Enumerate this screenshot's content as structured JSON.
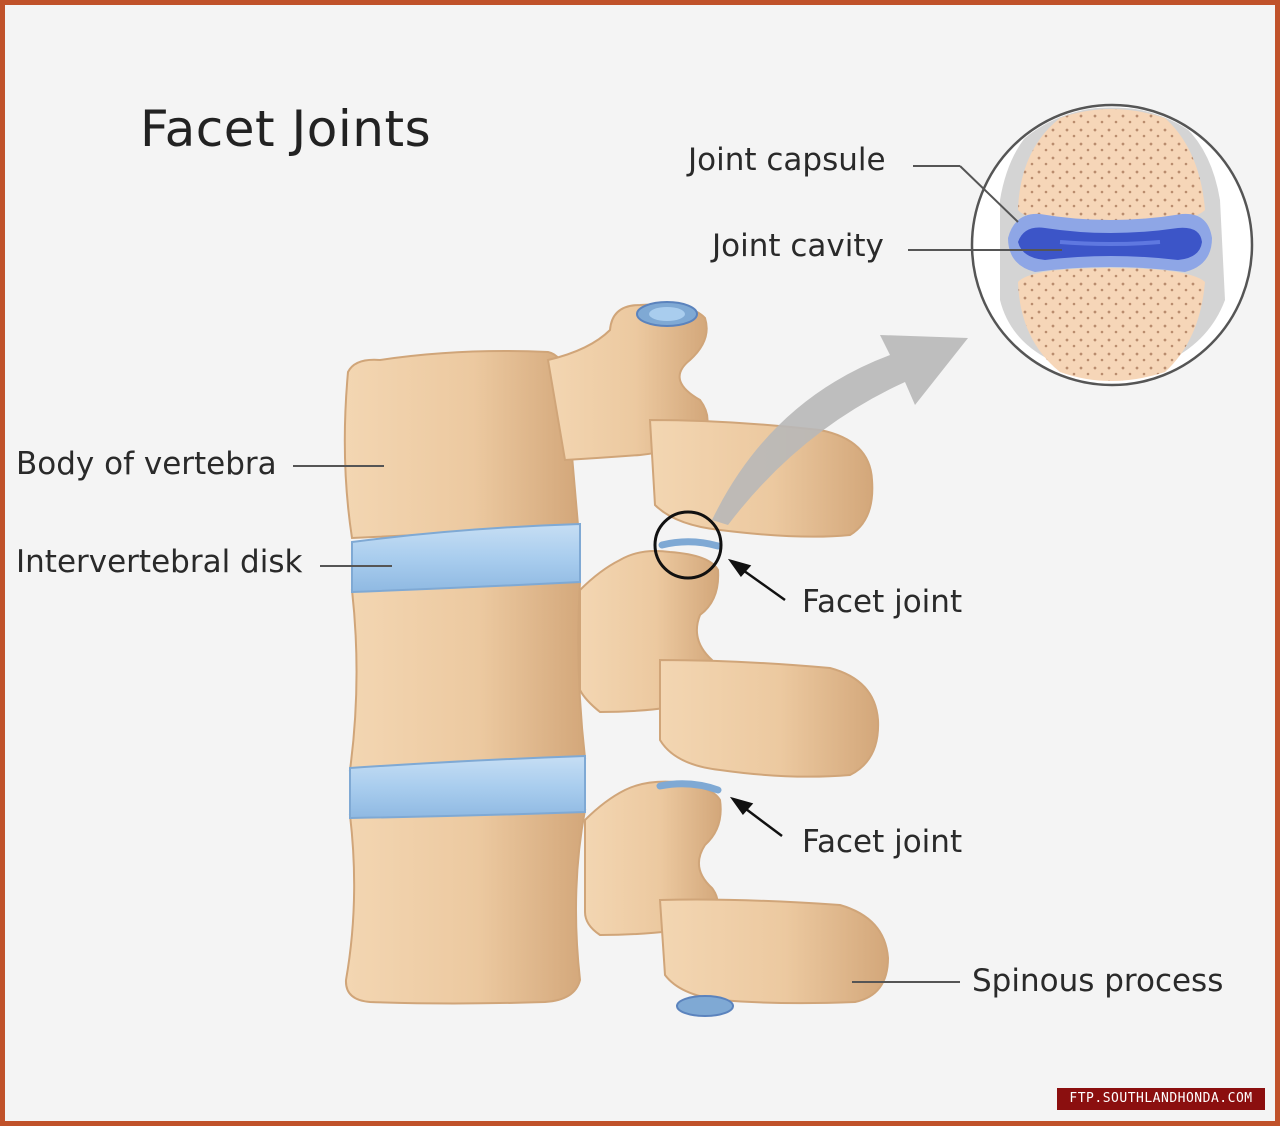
{
  "title": "Facet Joints",
  "labels": {
    "joint_capsule": "Joint capsule",
    "joint_cavity": "Joint cavity",
    "body_of_vertebra": "Body of vertebra",
    "intervertebral_disk": "Intervertebral disk",
    "facet_joint_upper": "Facet joint",
    "facet_joint_lower": "Facet joint",
    "spinous_process": "Spinous process"
  },
  "watermark": "FTP.SOUTHLANDHONDA.COM",
  "colors": {
    "frame": "#c0522a",
    "bone": "#ecc9a0",
    "bone_shadow": "#d6a97c",
    "disk": "#a9cdee",
    "joint_cavity": "#3c55c8",
    "arrow": "#b8b8b8",
    "watermark_bg": "#8b0f0f"
  }
}
